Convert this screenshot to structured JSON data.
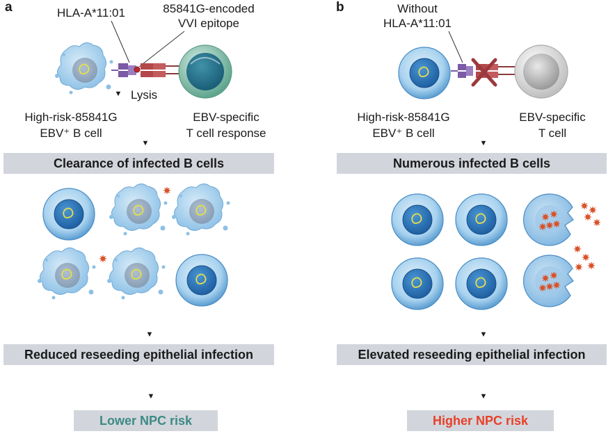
{
  "panel_a": {
    "label": "a",
    "hla_label": "HLA-A*11:01",
    "epitope_label_line1": "85841G-encoded",
    "epitope_label_line2": "VVI epitope",
    "lysis_label": "Lysis",
    "b_cell_line1": "High-risk-85841G",
    "b_cell_line2": "EBV⁺ B cell",
    "t_cell_line1": "EBV-specific",
    "t_cell_line2": "T cell response",
    "box1": "Clearance of infected B cells",
    "box2": "Reduced reseeding epithelial infection",
    "box3": "Lower NPC risk",
    "box3_color": "#3d8a85"
  },
  "panel_b": {
    "label": "b",
    "without_line1": "Without",
    "without_line2": "HLA-A*11:01",
    "b_cell_line1": "High-risk-85841G",
    "b_cell_line2": "EBV⁺ B cell",
    "t_cell_line1": "EBV-specific",
    "t_cell_line2": "T cell",
    "box1": "Numerous infected B cells",
    "box2": "Elevated reseeding epithelial infection",
    "box3": "Higher NPC risk",
    "box3_color": "#e8402a"
  },
  "arrow_glyph": "▼",
  "colors": {
    "box_bg": "#d2d6dc",
    "cell_blue": "#6eaed9",
    "nucleus": "#2a6fb0",
    "mhc_purple": "#7b5aa6",
    "tcr_red": "#b3474a",
    "virus": "#d9532a"
  }
}
